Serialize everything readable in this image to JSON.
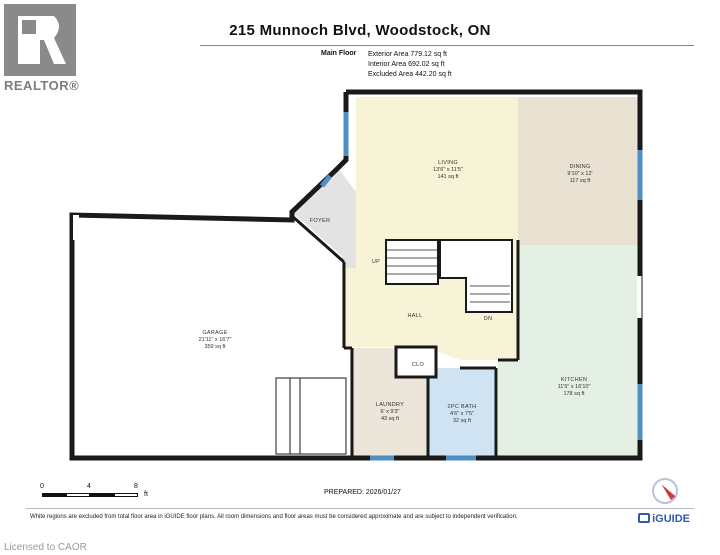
{
  "logo": {
    "text": "REALTOR®"
  },
  "header": {
    "address": "215 Munnoch Blvd, Woodstock, ON"
  },
  "areas": {
    "floor": "Main Floor",
    "exterior": "Exterior Area 779.12 sq ft",
    "interior": "Interior Area 692.02 sq ft",
    "excluded": "Excluded Area 442.20 sq ft"
  },
  "rooms": {
    "living": {
      "name": "LIVING",
      "dims": "13'6\" x 11'5\"",
      "area": "141 sq ft"
    },
    "dining": {
      "name": "DINING",
      "dims": "9'10\" x 12'",
      "area": "117 sq ft"
    },
    "foyer": {
      "name": "FOYER"
    },
    "garage": {
      "name": "GARAGE",
      "dims": "21'11\" x 16'7\"",
      "area": "359 sq ft"
    },
    "hall": {
      "name": "HALL"
    },
    "up": {
      "name": "UP"
    },
    "dn": {
      "name": "DN"
    },
    "clo": {
      "name": "CLO"
    },
    "laundry": {
      "name": "LAUNDRY",
      "dims": "6' x 9'3\"",
      "area": "43 sq ft"
    },
    "bath": {
      "name": "2PC BATH",
      "dims": "4'6\" x 7'5\"",
      "area": "32 sq ft"
    },
    "kitchen": {
      "name": "KITCHEN",
      "dims": "11'5\" x 16'10\"",
      "area": "178 sq ft"
    }
  },
  "scale": {
    "t0": "0",
    "t1": "4",
    "t2": "8",
    "unit": "ft"
  },
  "prepared": "PREPARED: 2026/01/27",
  "disclaimer": "White regions are excluded from total floor area in iGUIDE floor plans. All room dimensions and floor areas must be considered approximate and are subject to independent verification.",
  "brand": "iGUIDE",
  "licensed": "Licensed to CAOR",
  "colors": {
    "living": "#f6f3d6",
    "dining": "#e9e1d2",
    "foyer": "#e3e3e3",
    "kitchen": "#e4f0e4",
    "laundry": "#ece5da",
    "bath": "#cfe3f3",
    "window": "#4f8fc4",
    "wall": "#1a1a1a"
  }
}
